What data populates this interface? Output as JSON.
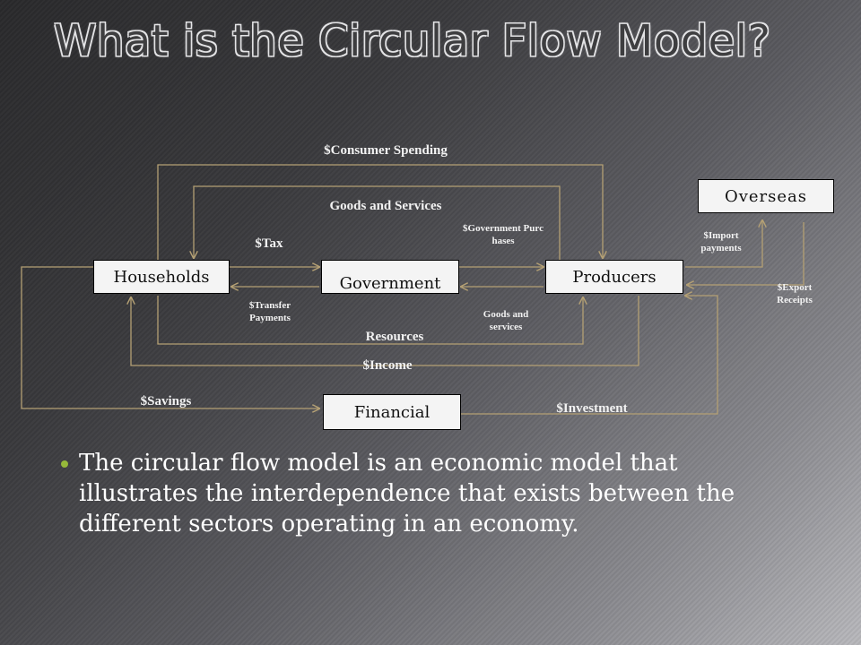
{
  "title": "What is the Circular Flow Model?",
  "boxes": {
    "households": "Households",
    "government": "Government",
    "producers": "Producers",
    "overseas": "Overseas",
    "financial": "Financial"
  },
  "flows": {
    "consumer_spending": "$Consumer Spending",
    "goods_and_services": "Goods and Services",
    "tax": "$Tax",
    "government_purchases": "$Government Purchases",
    "transfer_payments": "$Transfer Payments",
    "goods_and_services_gov": "Goods and services",
    "resources": "Resources",
    "income": "$Income",
    "savings": "$Savings",
    "investment": "$Investment",
    "import_payments": "$Import payments",
    "export_receipts": "$Export Receipts"
  },
  "colors": {
    "arrow": "#b4a074",
    "bullet": "#96b93a"
  },
  "bullet_text": "The circular flow model is an economic model that illustrates the interdependence that exists between the different sectors operating in an economy."
}
